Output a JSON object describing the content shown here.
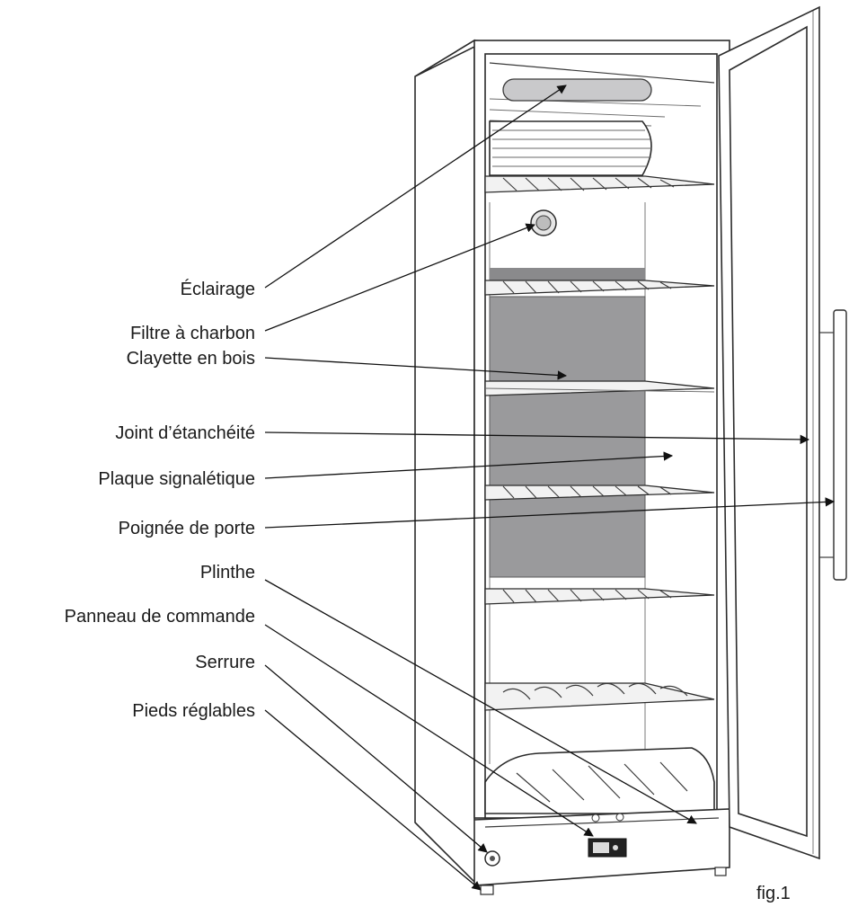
{
  "labels": [
    {
      "id": "eclairage",
      "text": "Éclairage"
    },
    {
      "id": "filtre",
      "text": "Filtre à charbon"
    },
    {
      "id": "clayette",
      "text": "Clayette en bois"
    },
    {
      "id": "joint",
      "text": "Joint d’étanchéité"
    },
    {
      "id": "plaque",
      "text": "Plaque signalétique"
    },
    {
      "id": "poignee",
      "text": "Poignée de porte"
    },
    {
      "id": "plinthe",
      "text": "Plinthe"
    },
    {
      "id": "panneau",
      "text": "Panneau de commande"
    },
    {
      "id": "serrure",
      "text": "Serrure"
    },
    {
      "id": "pieds",
      "text": "Pieds réglables"
    }
  ],
  "figure_caption": "fig.1",
  "colors": {
    "line": "#2b2b2b",
    "back_panel": "#9a9a9c",
    "background": "#ffffff"
  }
}
